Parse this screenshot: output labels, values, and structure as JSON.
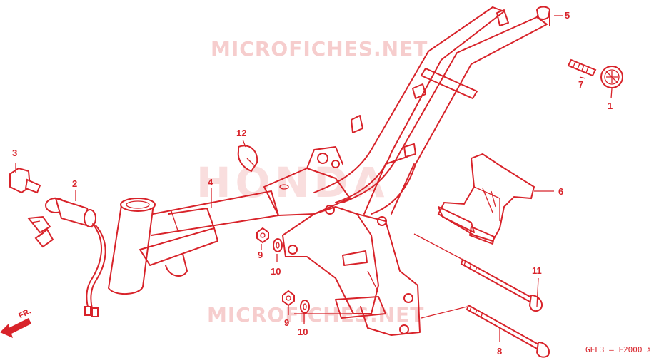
{
  "watermarks": {
    "top": "MICROFICHES.NET",
    "brand": "HONDA",
    "bottom": "MICROFICHES.NET"
  },
  "diagram_code": "GEL3 — F2000",
  "diagram_code_suffix": "A",
  "front_label": "FR.",
  "callouts": {
    "c1": "1",
    "c2": "2",
    "c3": "3",
    "c4": "4",
    "c5": "5",
    "c6": "6",
    "c7": "7",
    "c8": "8",
    "c9a": "9",
    "c9b": "9",
    "c10a": "10",
    "c10b": "10",
    "c11": "11",
    "c12": "12"
  },
  "colors": {
    "line": "#d8232a",
    "watermark": "#f6cdcd"
  }
}
